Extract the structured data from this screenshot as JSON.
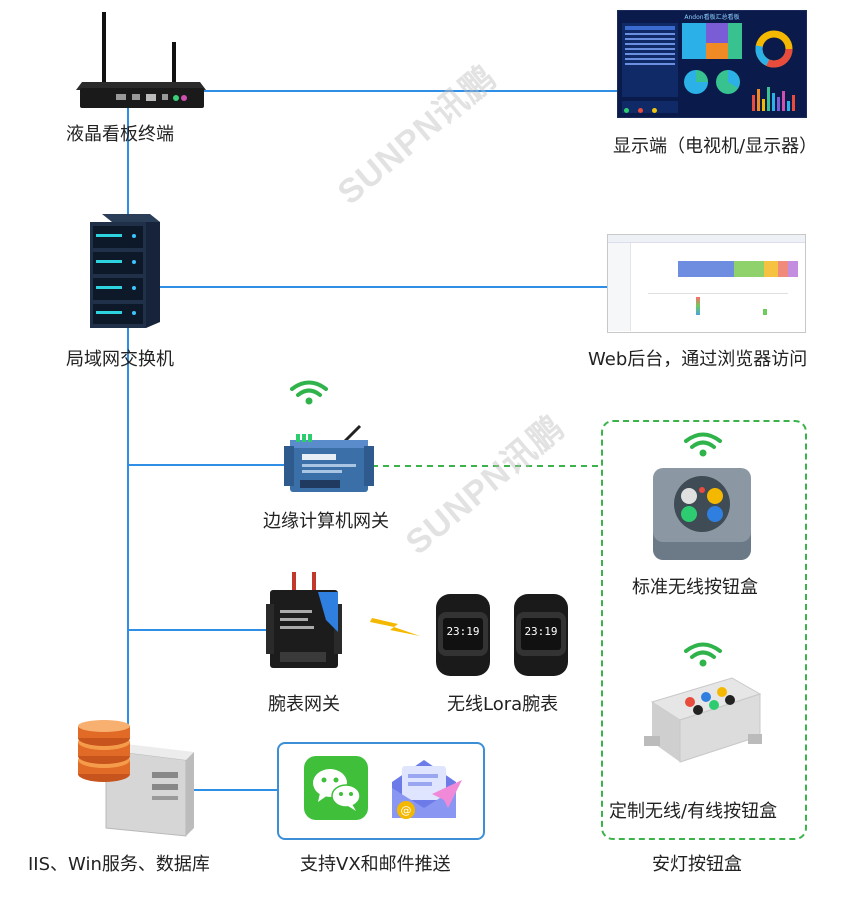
{
  "labels": {
    "lcd_terminal": "液晶看板终端",
    "display": "显示端（电视机/显示器）",
    "switch": "局域网交换机",
    "web_backend": "Web后台，通过浏览器访问",
    "edge_gateway": "边缘计算机网关",
    "std_button_box": "标准无线按钮盒",
    "watch_gateway": "腕表网关",
    "lora_watch": "无线Lora腕表",
    "custom_button_box": "定制无线/有线按钮盒",
    "server": "IIS、Win服务、数据库",
    "push": "支持VX和邮件推送",
    "andon_group": "安灯按钮盒"
  },
  "watermark": "SUNPN讯鹏",
  "dashboard_title": "Andon看板汇总看板",
  "watch_time": "23:19",
  "colors": {
    "line_blue": "#2f8ee6",
    "dashed_green": "#3bb34a",
    "wifi_green": "#2fb34a",
    "lightning": "#f5b800"
  }
}
